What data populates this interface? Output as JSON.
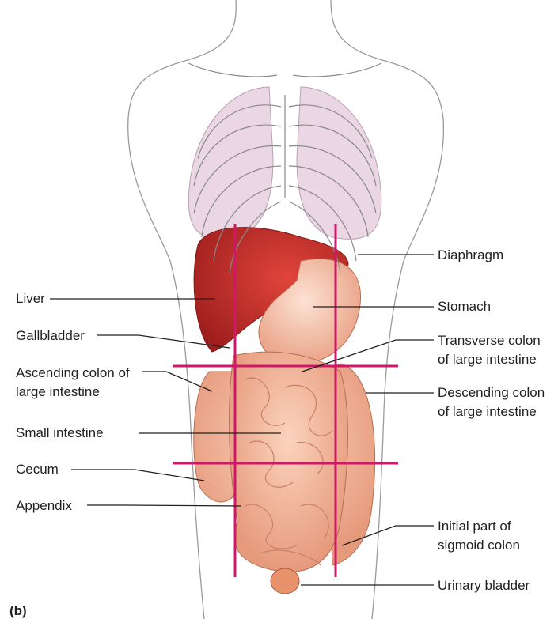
{
  "panel_label": "(b)",
  "labels_left": {
    "liver": "Liver",
    "gallbladder": "Gallbladder",
    "ascending_colon_1": "Ascending colon of",
    "ascending_colon_2": "large intestine",
    "small_intestine": "Small intestine",
    "cecum": "Cecum",
    "appendix": "Appendix"
  },
  "labels_right": {
    "diaphragm": "Diaphragm",
    "stomach": "Stomach",
    "transverse_colon_1": "Transverse colon",
    "transverse_colon_2": "of large intestine",
    "descending_colon_1": "Descending colon",
    "descending_colon_2": "of large intestine",
    "sigmoid_colon_1": "Initial part of",
    "sigmoid_colon_2": "sigmoid colon",
    "urinary_bladder": "Urinary bladder"
  },
  "colors": {
    "region_lines": "#d0176b",
    "bone": "#ffffff",
    "bone_outline": "#8a8a8a",
    "lung": "#ead7e3",
    "liver": "#c8302c",
    "stomach": "#f2b9a2",
    "intestine": "#f0b093",
    "bladder": "#e8926c"
  }
}
